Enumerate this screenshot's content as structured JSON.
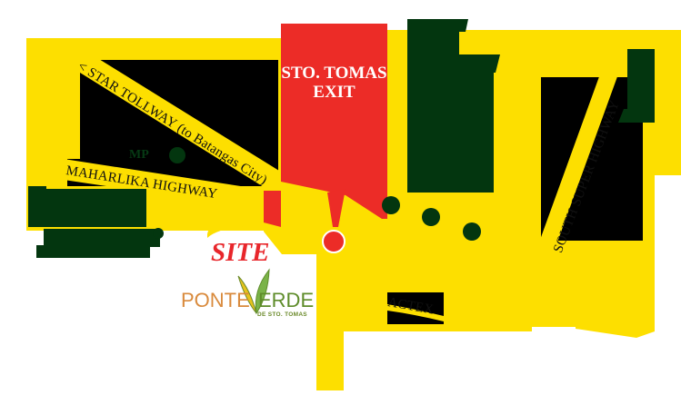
{
  "map": {
    "colors": {
      "background": "#ffffff",
      "road_yellow": "#fddf00",
      "block_black": "#000000",
      "block_green": "#03360f",
      "exit_red": "#ec2c27",
      "site_red": "#e8262b",
      "logo_orange": "#d98a3c",
      "logo_green": "#5e8c2a"
    },
    "roads": [
      {
        "id": "star-tollway",
        "label": "< STAR TOLLWAY (to Batangas City)"
      },
      {
        "id": "maharlika-highway",
        "label": "MAHARLIKA HIGHWAY"
      },
      {
        "id": "south-super-highway",
        "label": "SOUTH SUPER HIGHWAY"
      },
      {
        "id": "actex",
        "label": "ACTEX"
      }
    ],
    "exit": {
      "line1": "STO. TOMAS",
      "line2": "EXIT"
    },
    "site": {
      "label": "SITE"
    },
    "logo": {
      "part1": "PONTE",
      "part2": "ERDE",
      "subtitle": "DE STO. TOMAS"
    },
    "poi": {
      "mp_label": "MP"
    }
  }
}
